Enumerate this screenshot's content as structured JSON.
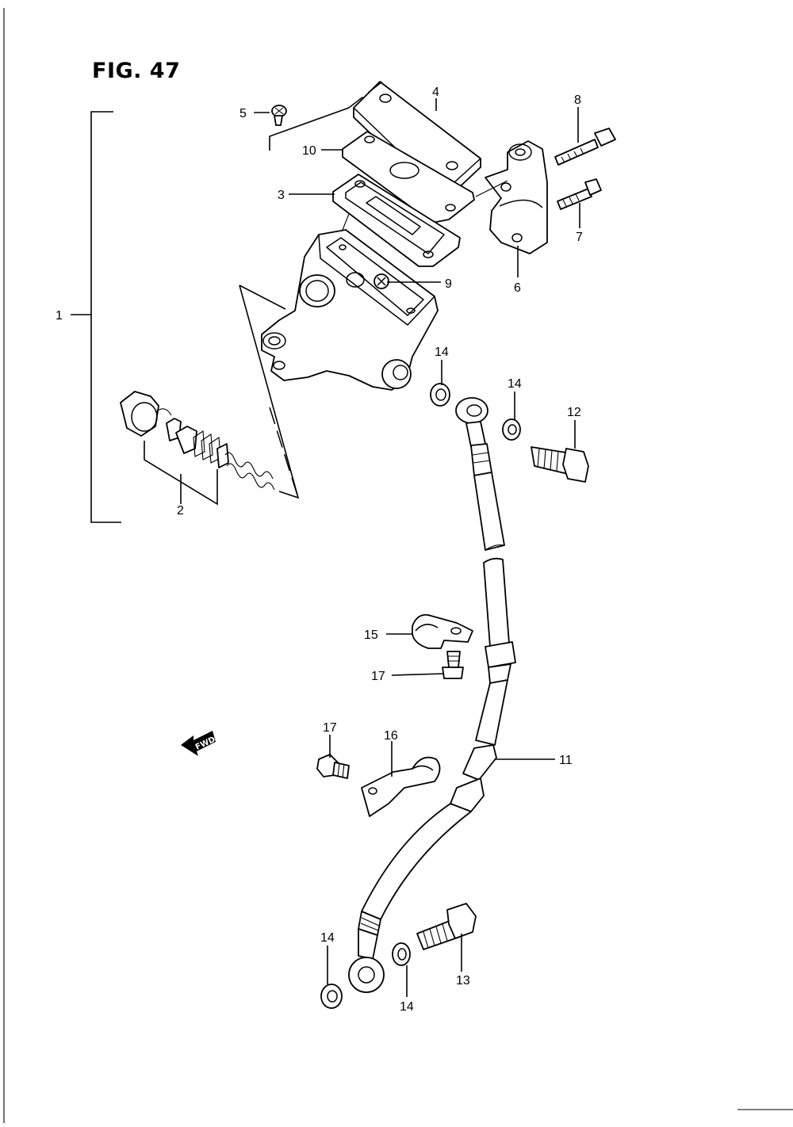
{
  "figure": {
    "title": "FIG. 47"
  },
  "callouts": {
    "c1": "1",
    "c2": "2",
    "c3": "3",
    "c4": "4",
    "c5": "5",
    "c6": "6",
    "c7": "7",
    "c8": "8",
    "c9": "9",
    "c10": "10",
    "c11": "11",
    "c12": "12",
    "c13": "13",
    "c14a": "14",
    "c14b": "14",
    "c14c": "14",
    "c14d": "14",
    "c15": "15",
    "c16": "16",
    "c17a": "17",
    "c17b": "17"
  },
  "fwd_arrow": {
    "label": "FWD"
  }
}
